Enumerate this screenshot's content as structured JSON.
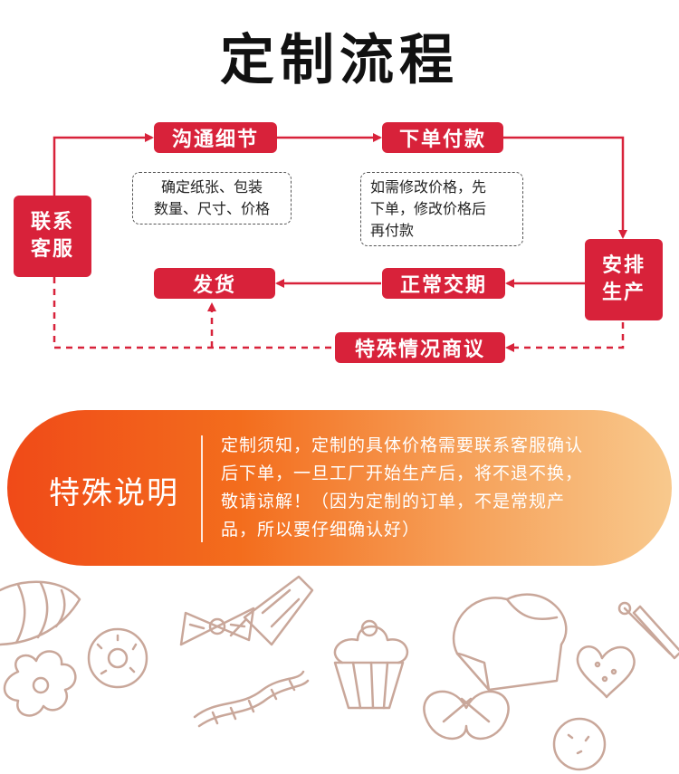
{
  "page": {
    "title": "定制流程"
  },
  "flow": {
    "contact": [
      "联系",
      "客服"
    ],
    "step_details": "沟通细节",
    "step_payment": "下单付款",
    "step_production": [
      "安排",
      "生产"
    ],
    "step_normal": "正常交期",
    "step_ship": "发货",
    "step_special": "特殊情况商议",
    "note_details": [
      "确定纸张、包装",
      "数量、尺寸、价格"
    ],
    "note_payment": [
      "如需修改价格，先",
      "下单，修改价格后",
      "再付款"
    ],
    "colors": {
      "primary": "#d8223a",
      "dashed_border": "#555555"
    }
  },
  "special": {
    "title": "特殊说明",
    "lines": [
      "定制须知，定制的具体价格需要联系客服确认",
      "后下单，一旦工厂开始生产后，将不退不换，",
      "敬请谅解！（因为定制的订单，不是常规产",
      "品，所以要仔细确认好）"
    ],
    "colors": {
      "gradient_start": "#f04a18",
      "gradient_end": "#f8c98d"
    }
  },
  "decoration": {
    "icons": [
      "croissant-icon",
      "piping-bag-icon",
      "bow-icon",
      "donut-icon",
      "cupcake-icon",
      "bread-icon",
      "rolling-pin-icon",
      "cookie-icon",
      "twist-bread-icon",
      "pretzel-icon",
      "heart-cookie-icon"
    ],
    "line_color": "#c9a79a"
  }
}
